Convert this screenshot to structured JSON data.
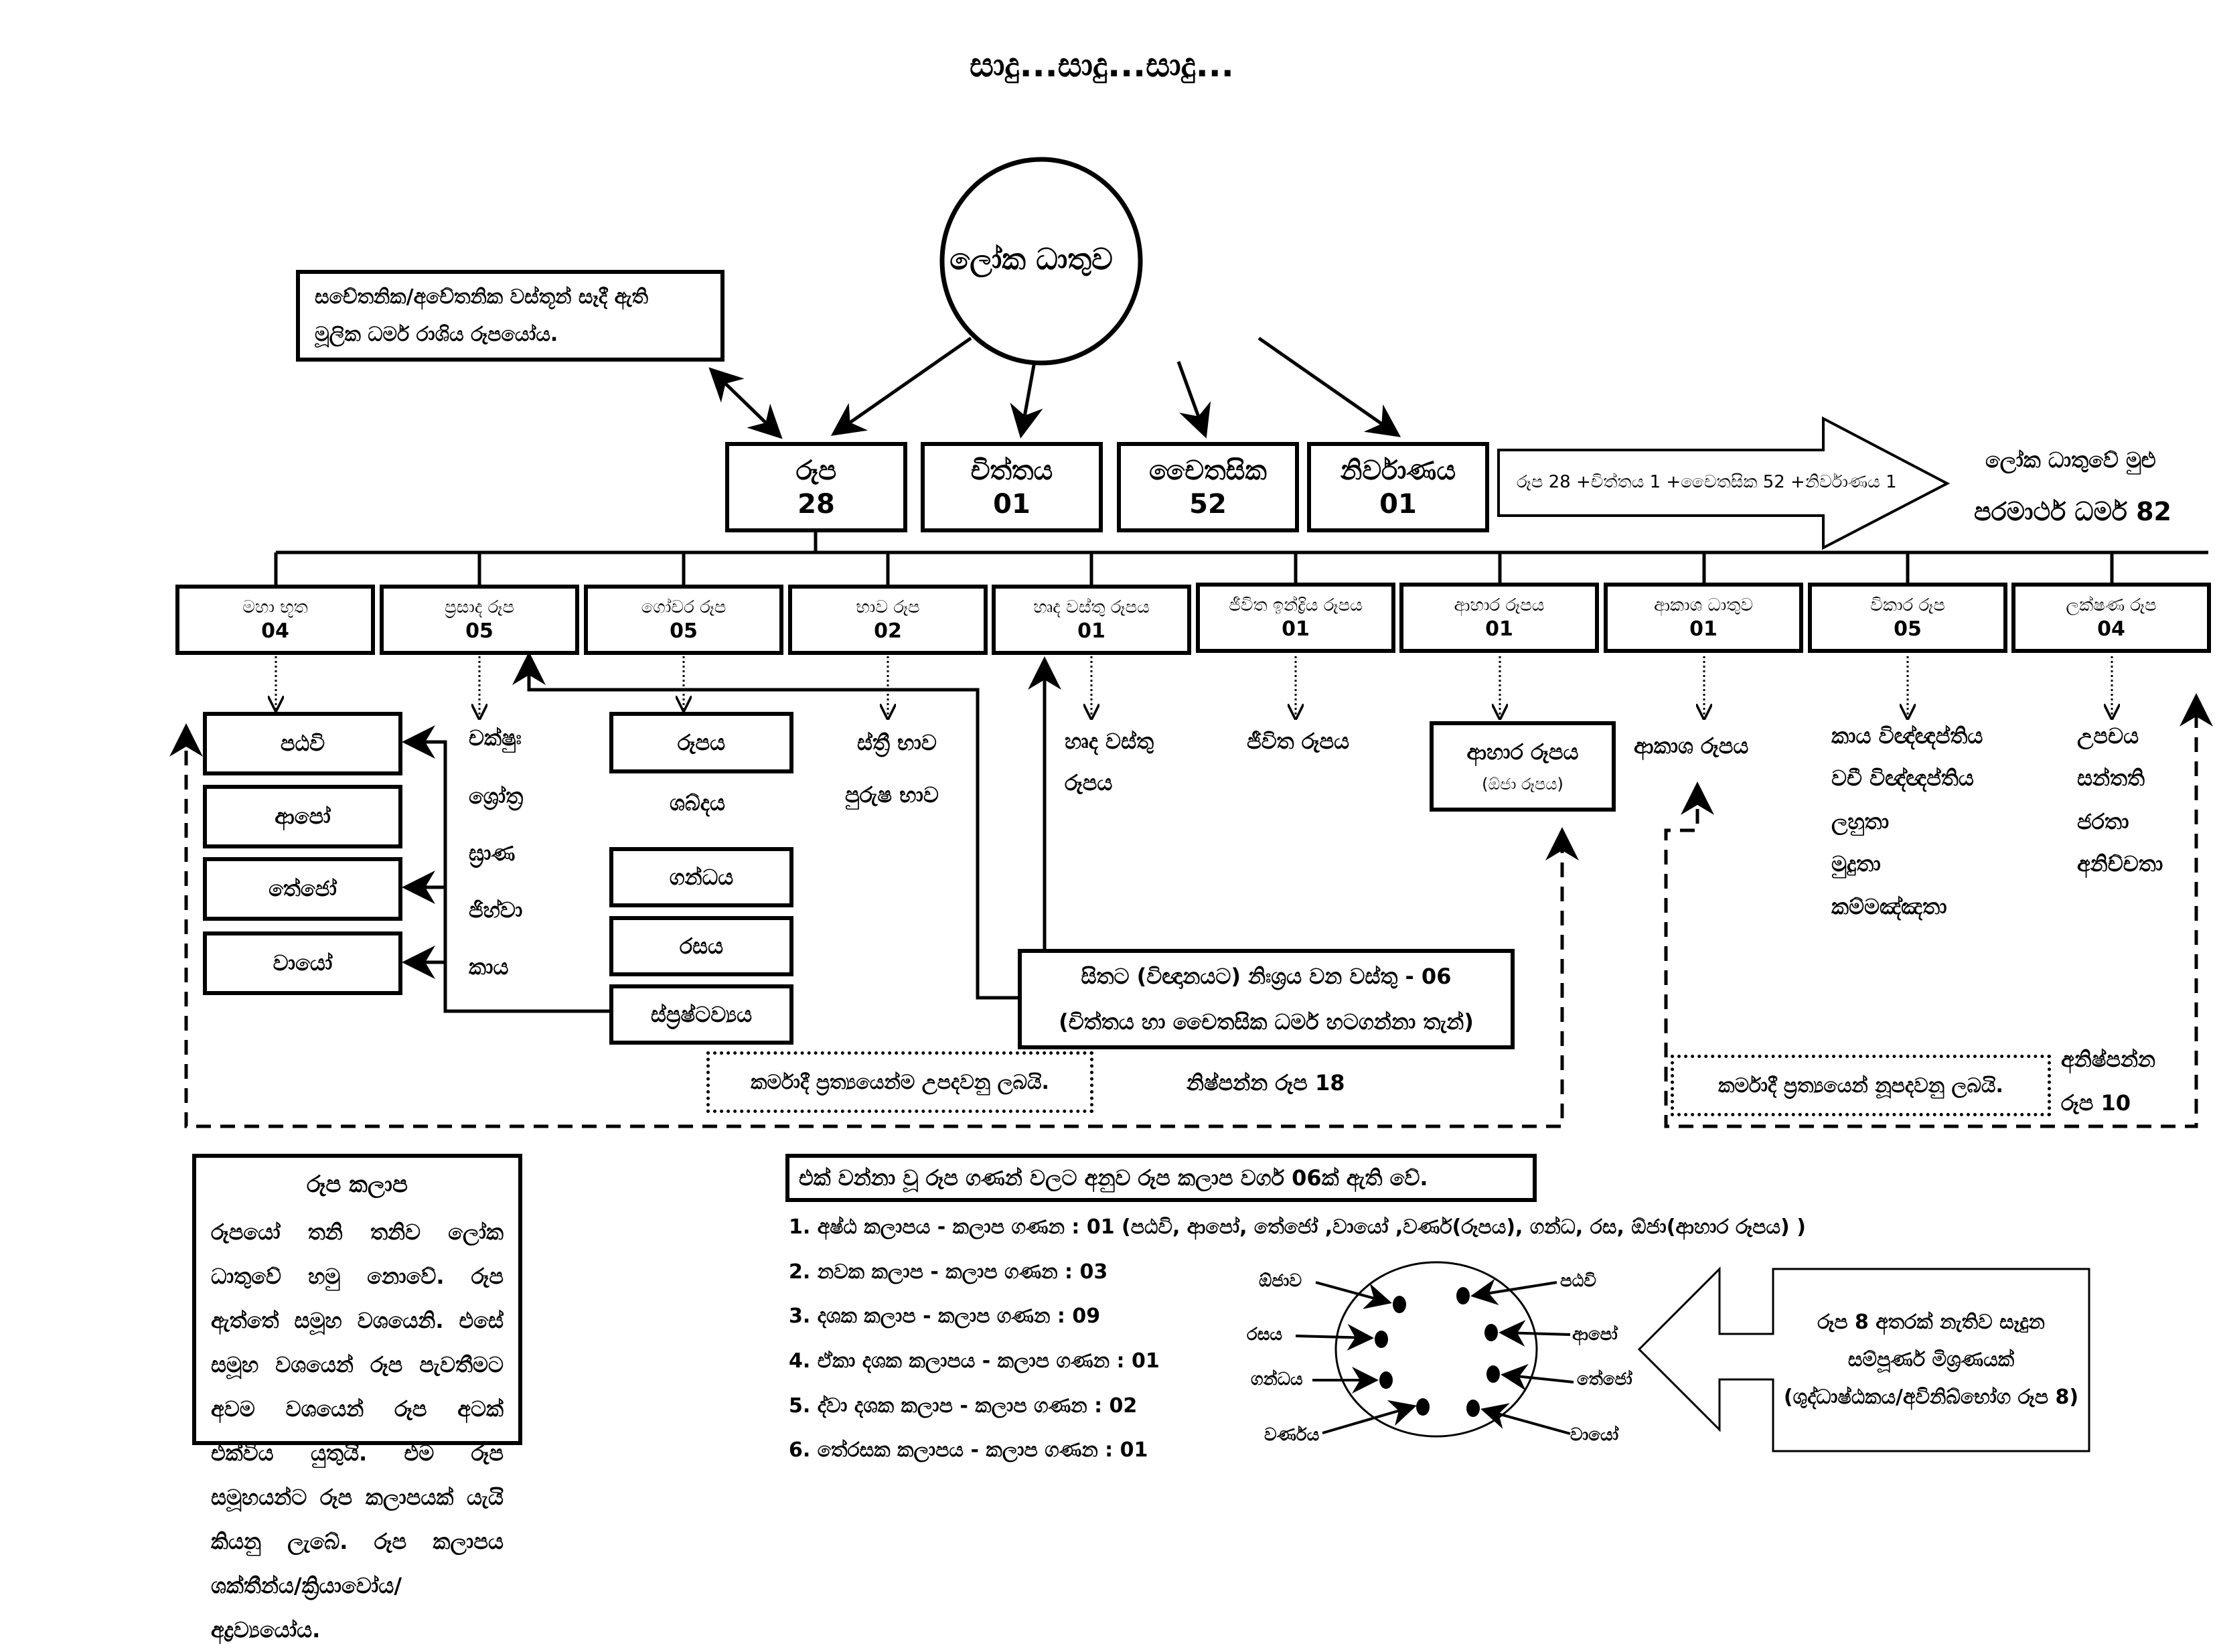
{
  "title": "සාදු...සාදු...සාදු...",
  "root": {
    "label": "ලෝක ධාතුව"
  },
  "definition_note": {
    "lines": [
      "සචේතනික/අචේතනික වස්තූන් සෑදී ඇති",
      "මූලික ධර්ම රාශිය රූපයෝය."
    ]
  },
  "main_categories": [
    {
      "name": "රූප",
      "count": "28"
    },
    {
      "name": "චිත්තය",
      "count": "01"
    },
    {
      "name": "චෛතසික",
      "count": "52"
    },
    {
      "name": "නිර්වාණය",
      "count": "01"
    }
  ],
  "sum_arrow": {
    "formula": "රූප 28 +චිත්තය 1 +චෛතසික 52 +නිර්වාණය 1"
  },
  "result": {
    "line1": "ලෝක ධාතුවේ මුළු",
    "line2": "පරමාර්ථ ධර්ම 82"
  },
  "rupa_categories": [
    {
      "name": "මහා භූත",
      "count": "04"
    },
    {
      "name": "ප්‍රසාද රූප",
      "count": "05"
    },
    {
      "name": "ගෝචර රූප",
      "count": "05"
    },
    {
      "name": "භාව රූප",
      "count": "02"
    },
    {
      "name": "හෘද වස්තු රූපය",
      "count": "01"
    },
    {
      "name": "ජීවිත ඉන්ද්‍රිය රූපය",
      "count": "01"
    },
    {
      "name": "ආහාර රූපය",
      "count": "01"
    },
    {
      "name": "ආකාශ ධාතුව",
      "count": "01"
    },
    {
      "name": "විකාර රූප",
      "count": "05"
    },
    {
      "name": "ලක්ෂණ රූප",
      "count": "04"
    }
  ],
  "maha_bhuta": [
    "පඨවි",
    "ආපෝ",
    "තේජෝ",
    "වායෝ"
  ],
  "prasada": [
    "චක්ෂුඃ",
    "ශ්‍රෝත්‍ර",
    "ඝ්‍රාණ",
    "ජිහ්වා",
    "කාය"
  ],
  "gochara": [
    "රූපය",
    "ශබ්දය",
    "ගන්ධය",
    "රසය",
    "ස්ප්‍රෂ්ටව්‍යය"
  ],
  "bhava": [
    "ස්ත්‍රී භාව",
    "පුරුෂ භාව"
  ],
  "hadaya": [
    "හෘද වස්තු",
    "රූපය"
  ],
  "jivita": "ජීවිත රූපය",
  "ahara": {
    "title": "ආහාර රූපය",
    "sub": "(ඕජා රූපය)"
  },
  "akasha": "ආකාශ රූපය",
  "vikara": [
    "කාය විඥ්ඥප්තිය",
    "වචී විඥ්ඥප්තිය",
    "ලහුතා",
    "මුදුතා",
    "කම්මඤ්ඤතා"
  ],
  "lakshana": [
    "උපචය",
    "සන්තති",
    "ජරතා",
    "අනිච්චතා"
  ],
  "vastu_box": {
    "line1": "සිතට (විඥානයට) නිඃශ්‍රය වන වස්තු - 06",
    "line2": "(චිත්තය හා චෛතසික ධර්ම හටගන්නා තැන්)"
  },
  "nishpanna": {
    "note": "කර්මාදී ප්‍රත්‍යයෙන්ම උපදවනු ලබයි.",
    "label": "නිෂ්පන්න රූප 18"
  },
  "anishpanna": {
    "note": "කර්මාදී ප්‍රත්‍යයෙන් නූපදවනු ලබයි.",
    "label_line1": "අනිෂ්පන්න",
    "label_line2": "රූප 10"
  },
  "rupa_kalapa": {
    "heading": "රූප කලාප",
    "text": "රූපයෝ තනි තනිව ලෝක ධාතුවේ හමු නොවේ. රූප ඇත්තේ සමූහ වශයෙනි. එසේ සමූහ වශයෙන් රූප පැවතීමට අවම වශයෙන් රූප අටක් එක්විය යුතුයි. එම රූප සමූහයන්ට රූප කලාපයක් යැයි කියනු ලැබේ. රූප කලාපය ශක්තීන්ය/ක්‍රියාවෝය/අද්‍රව්‍යයෝය."
  },
  "kalapa_types": {
    "heading": "එක් වන්නා වූ රූප ගණන් වලට අනුව රූප කලාප වර්ග 06ක් ඇති වේ.",
    "items": [
      "1. අෂ්ඨ කලාපය - කලාප ගණන : 01 (පඨවි, ආපෝ, තේජෝ ,වායෝ ,වර්ණ(රූපය), ගන්ධ, රස, ඕජා(ආහාර රූපය) )",
      "2. නවක කලාප - කලාප ගණන : 03",
      "3. දශක කලාප - කලාප ගණන : 09",
      "4. ඒකා දශක කලාපය - කලාප ගණන : 01",
      "5. ද්වා දශක කලාප - කලාප ගණන : 02",
      "6. තේරසක කලාපය - කලාප ගණන : 01"
    ]
  },
  "circle_labels": {
    "left": [
      "ඕජාව",
      "රසය",
      "ගන්ධය",
      "වර්ණය"
    ],
    "right": [
      "පඨවි",
      "ආපෝ",
      "තේජෝ",
      "වායෝ"
    ]
  },
  "pure_octad": {
    "lines": [
      "රූප 8 අතරක් නැතිව සෑදුන",
      "සම්පූර්ණ මිශ්‍රණයක්",
      "(ශුද්ධාෂ්ඨකය/අවිනිබ්භෝග රූප 8)"
    ]
  }
}
